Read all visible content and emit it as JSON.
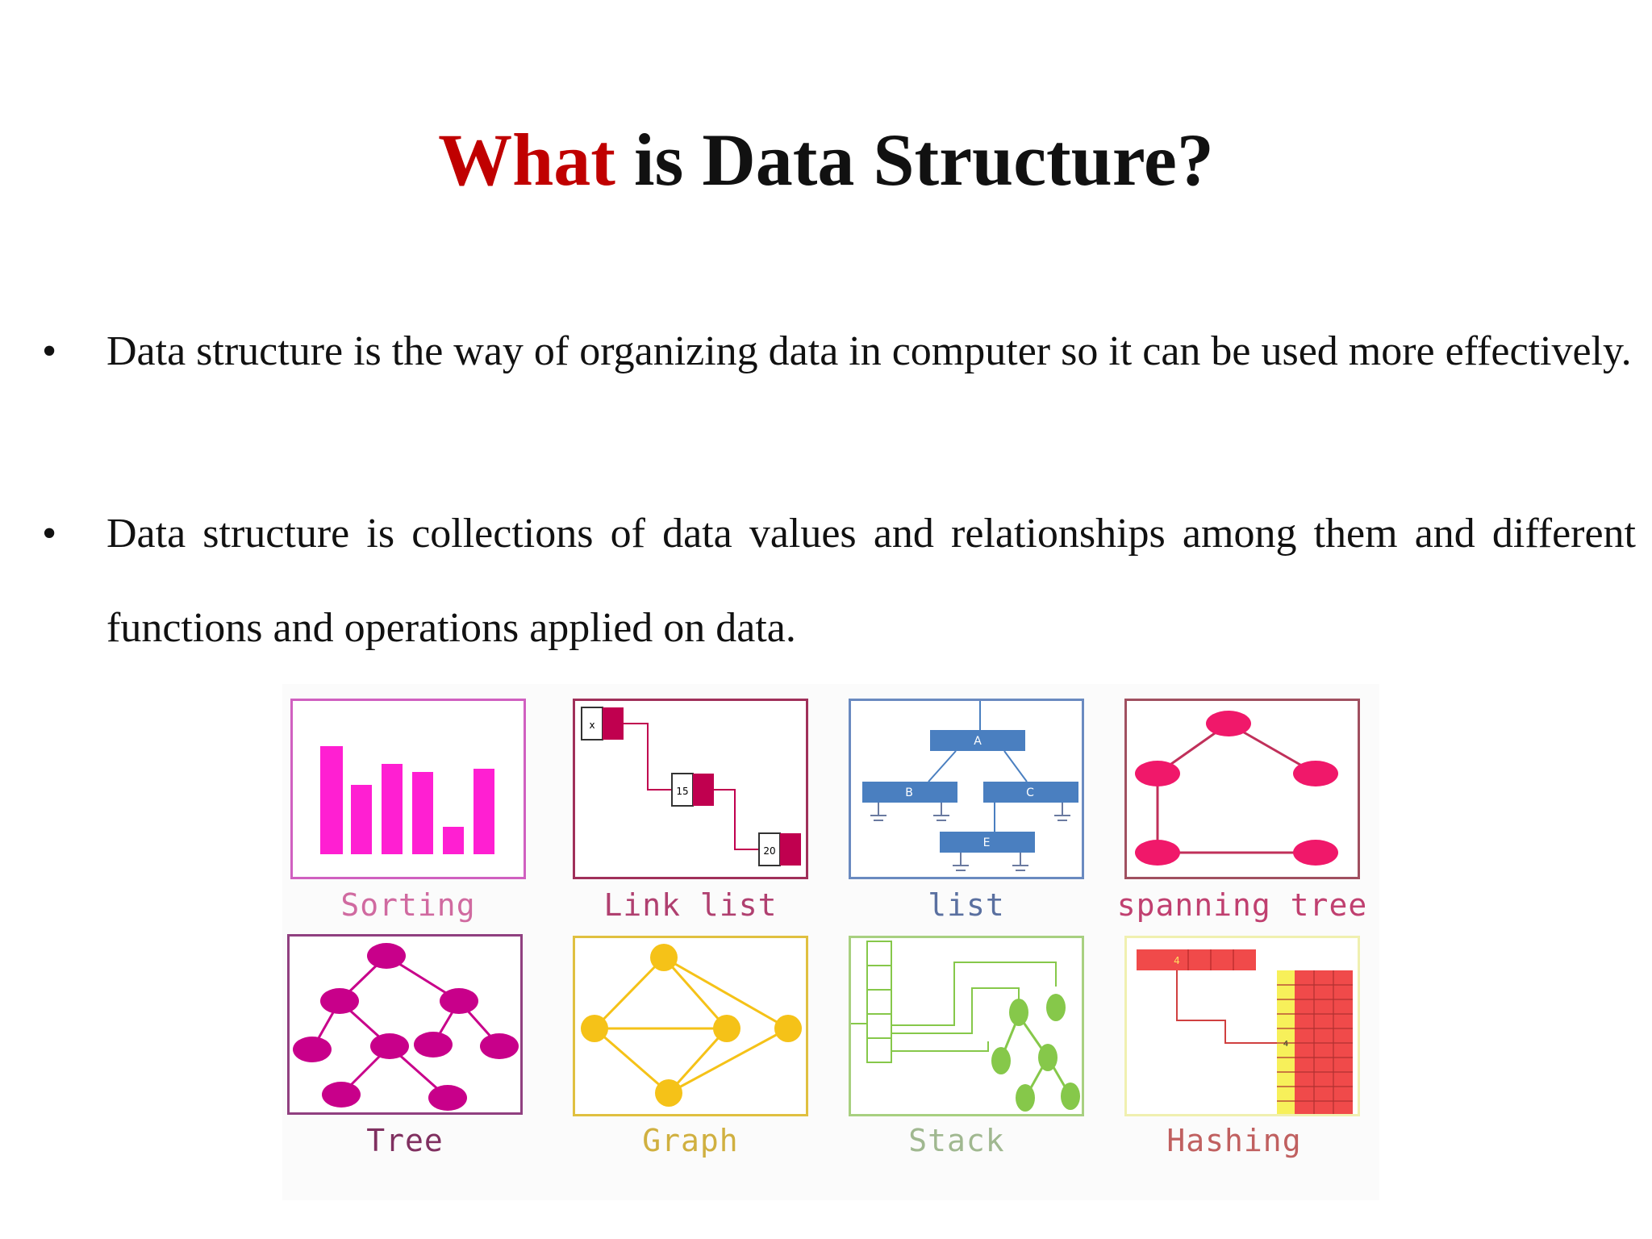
{
  "title": {
    "accent": "What",
    "rest": " is Data Structure?"
  },
  "bullets": [
    {
      "marker": "•",
      "text": "Data structure is the way of organizing data in computer so it can be used more effectively."
    },
    {
      "marker": "•",
      "text": "Data structure is collections of data values and relationships among them and different functions and operations applied on data."
    }
  ],
  "figure": {
    "captions": {
      "sorting": "Sorting",
      "link_list": "Link list",
      "list": "list",
      "spanning_tree": "spanning tree",
      "tree": "Tree",
      "graph": "Graph",
      "stack": "Stack",
      "hashing": "Hashing"
    },
    "link_list_values": [
      "x",
      "15",
      "20"
    ],
    "list_nodes": [
      "A",
      "B",
      "C",
      "E"
    ],
    "hash_marker": "4",
    "colors": {
      "title_accent": "#c00000",
      "sorting": "#ff1fd2",
      "link_list": "#c0004f",
      "list": "#4a7fc0",
      "spanning_tree": "#f0186a",
      "tree": "#c8008a",
      "graph": "#f5c218",
      "stack": "#86c84a",
      "hashing": "#f04a4a"
    }
  }
}
